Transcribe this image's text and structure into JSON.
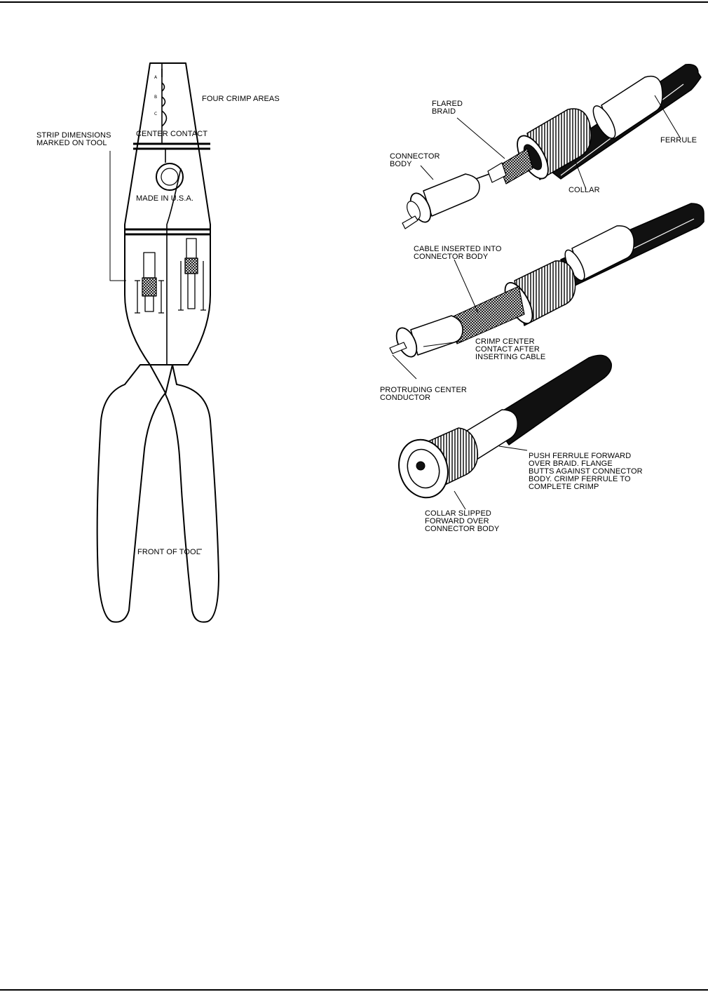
{
  "tool_labels": {
    "four_crimp_areas": "FOUR CRIMP AREAS",
    "strip_dimensions": [
      "STRIP DIMENSIONS",
      "MARKED ON TOOL"
    ],
    "center_contact": "CENTER CONTACT",
    "made_in_usa": "MADE IN U.S.A.",
    "front_of_tool": "FRONT OF TOOL",
    "die_letters": [
      "A",
      "B",
      "C"
    ]
  },
  "assembly_labels": {
    "flared_braid": [
      "FLARED",
      "BRAID"
    ],
    "ferrule": "FERRULE",
    "connector_body": [
      "CONNECTOR",
      "BODY"
    ],
    "collar": "COLLAR",
    "cable_inserted": [
      "CABLE INSERTED INTO",
      "CONNECTOR BODY"
    ],
    "crimp_center_contact": [
      "CRIMP CENTER",
      "CONTACT AFTER",
      "INSERTING CABLE"
    ],
    "protruding_center_conductor": [
      "PROTRUDING CENTER",
      "CONDUCTOR"
    ],
    "push_ferrule": [
      "PUSH FERRULE FORWARD",
      "OVER BRAID. FLANGE",
      "BUTTS AGAINST CONNECTOR",
      "BODY. CRIMP FERRULE TO",
      "COMPLETE CRIMP"
    ],
    "collar_slipped": [
      "COLLAR SLIPPED",
      "FORWARD OVER",
      "CONNECTOR BODY"
    ]
  }
}
